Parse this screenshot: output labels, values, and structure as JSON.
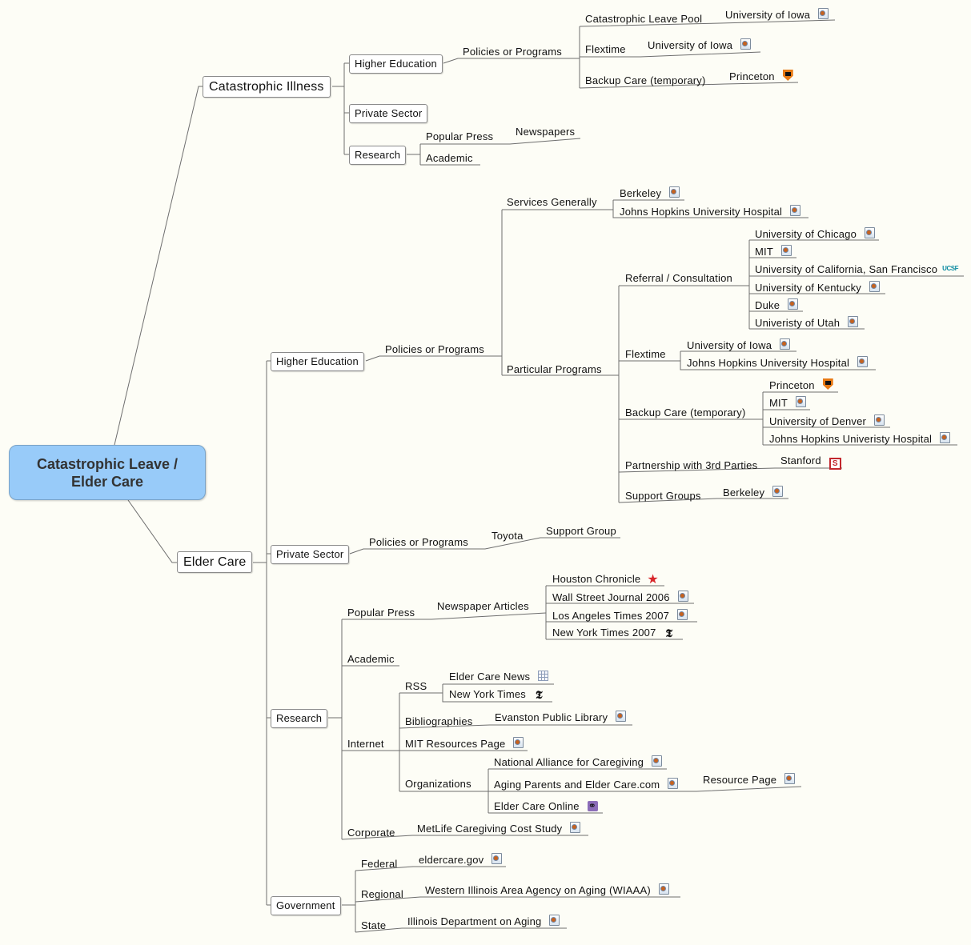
{
  "root": {
    "line1": "Catastrophic Leave /",
    "line2": "Elder Care"
  },
  "catastrophic_illness": {
    "label": "Catastrophic Illness",
    "higher_education": {
      "label": "Higher Education",
      "policies": "Policies or Programs",
      "leave_pool": {
        "label": "Catastrophic Leave Pool",
        "items": [
          "University of Iowa"
        ]
      },
      "flextime": {
        "label": "Flextime",
        "items": [
          "University of Iowa"
        ]
      },
      "backup_care": {
        "label": "Backup Care (temporary)",
        "items": [
          "Princeton"
        ]
      }
    },
    "private_sector": "Private Sector",
    "research": {
      "label": "Research",
      "popular_press": "Popular Press",
      "newspapers": "Newspapers",
      "academic": "Academic"
    }
  },
  "elder_care": {
    "label": "Elder Care",
    "higher_education": {
      "label": "Higher Education",
      "policies": "Policies or Programs",
      "services_generally": {
        "label": "Services Generally",
        "items": [
          "Berkeley",
          "Johns Hopkins University Hospital"
        ]
      },
      "particular_programs": "Particular Programs",
      "referral": {
        "label": "Referral / Consultation",
        "items": [
          "University of Chicago",
          "MIT",
          "University of California, San Francisco",
          "University of Kentucky",
          "Duke",
          "Univeristy of Utah"
        ]
      },
      "flextime": {
        "label": "Flextime",
        "items": [
          "University of Iowa",
          "Johns Hopkins University Hospital"
        ]
      },
      "backup_care": {
        "label": "Backup Care (temporary)",
        "items": [
          "Princeton",
          "MIT",
          "University of Denver",
          "Johns Hopkins Univeristy Hospital"
        ]
      },
      "partnership": {
        "label": "Partnership with 3rd Parties",
        "items": [
          "Stanford"
        ]
      },
      "support_groups": {
        "label": "Support Groups",
        "items": [
          "Berkeley"
        ]
      }
    },
    "private_sector": {
      "label": "Private Sector",
      "policies": "Policies or Programs",
      "toyota": "Toyota",
      "support_group": "Support Group"
    },
    "research": {
      "label": "Research",
      "popular_press": "Popular Press",
      "newspaper_articles": "Newspaper Articles",
      "articles": [
        "Houston Chronicle",
        "Wall Street Journal 2006",
        "Los Angeles Times 2007",
        "New York Times 2007"
      ],
      "academic": "Academic",
      "internet": "Internet",
      "rss": {
        "label": "RSS",
        "items": [
          "Elder Care News",
          "New York Times"
        ]
      },
      "bibliographies": {
        "label": "Bibliographies",
        "items": [
          "Evanston Public Library"
        ]
      },
      "mit_resources": "MIT Resources Page",
      "organizations": {
        "label": "Organizations",
        "items": [
          "National Alliance for Caregiving",
          "Aging Parents and Elder Care.com",
          "Elder Care Online"
        ],
        "resource_page": "Resource Page"
      },
      "corporate": {
        "label": "Corporate",
        "items": [
          "MetLife Caregiving Cost Study"
        ]
      }
    },
    "government": {
      "label": "Government",
      "federal": {
        "label": "Federal",
        "items": [
          "eldercare.gov"
        ]
      },
      "regional": {
        "label": "Regional",
        "items": [
          "Western Illinois Area Agency on Aging (WIAAA)"
        ]
      },
      "state": {
        "label": "State",
        "items": [
          "Illinois Department on Aging"
        ]
      }
    }
  },
  "icons": {
    "document": "document-icon",
    "princeton": "princeton-shield-icon",
    "ucsf": "ucsf-logo-icon",
    "stanford": "stanford-logo-icon",
    "houston": "star-logo-icon",
    "nyt": "nyt-logo-icon",
    "rss": "grid-icon",
    "link": "link-icon"
  },
  "colors": {
    "root_fill": "#98cbf9",
    "background": "#fdfdf6",
    "connector": "#707070"
  }
}
